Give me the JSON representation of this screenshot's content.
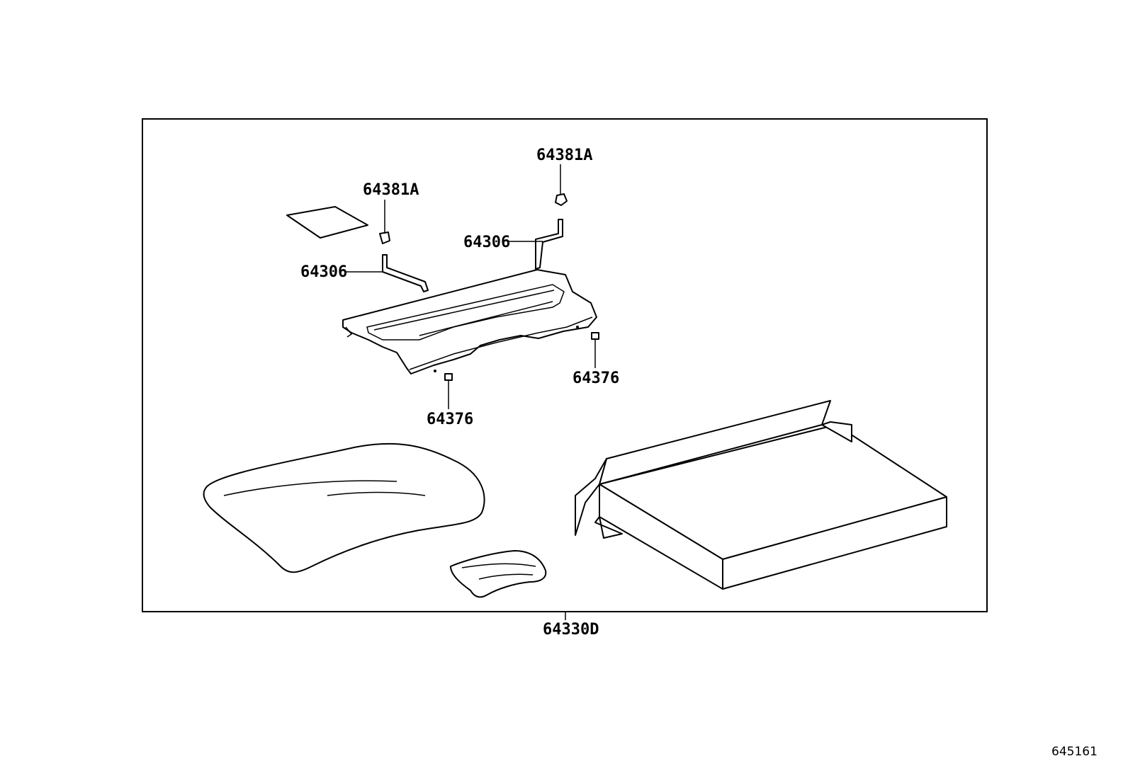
{
  "diagram": {
    "callouts": [
      {
        "id": "c1",
        "label": "64381A"
      },
      {
        "id": "c2",
        "label": "64381A"
      },
      {
        "id": "c3",
        "label": "64306"
      },
      {
        "id": "c4",
        "label": "64306"
      },
      {
        "id": "c5",
        "label": "64376"
      },
      {
        "id": "c6",
        "label": "64376"
      },
      {
        "id": "c7",
        "label": "64330D"
      }
    ],
    "figure_number": "645161"
  }
}
